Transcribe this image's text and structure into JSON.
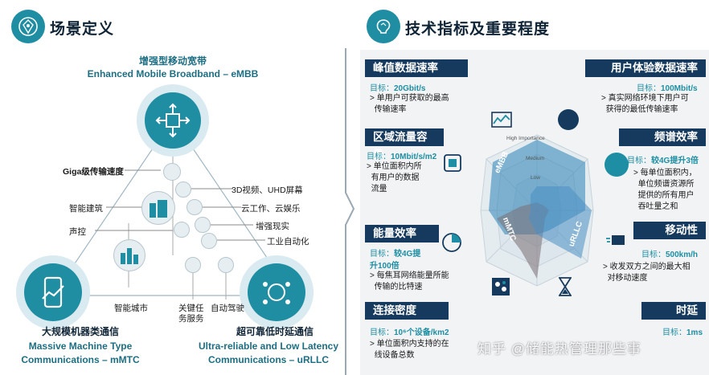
{
  "left": {
    "title": "场景定义",
    "embb_cn": "增强型移动宽带",
    "embb_en": "Enhanced Mobile Broadband – eMBB",
    "mmtc_cn": "大规模机器类通信",
    "mmtc_en1": "Massive Machine Type",
    "mmtc_en2": "Communications – mMTC",
    "urllc_cn": "超可靠低时延通信",
    "urllc_en1": "Ultra-reliable and Low Latency",
    "urllc_en2": "Communications – uRLLC",
    "labels": {
      "giga": "Giga级传输速度",
      "building": "智能建筑",
      "voice": "声控",
      "city": "智能城市",
      "video": "3D视频、UHD屏幕",
      "cloud": "云工作、云娱乐",
      "ar": "增强现实",
      "industry": "工业自动化",
      "mission1": "关键任",
      "mission2": "务服务",
      "driving": "自动驾驶"
    }
  },
  "right": {
    "title": "技术指标及重要程度",
    "peak": {
      "title": "峰值数据速率",
      "target_label": "目标：",
      "target": "20Gbit/s",
      "desc1": "单用户可获取的最高",
      "desc2": "传输速率"
    },
    "area": {
      "title": "区域流量容量",
      "target_label": "目标：",
      "target": "10Mbit/s/m2",
      "desc1": "单位面积内所",
      "desc2": "有用户的数据",
      "desc3": "流量"
    },
    "energy": {
      "title": "能量效率",
      "target_label": "目标：",
      "target": "较4G提",
      "target2": "升100倍",
      "desc1": "每焦耳网络能量所能",
      "desc2": "传输的比特速"
    },
    "density": {
      "title": "连接密度",
      "target_label": "目标：",
      "target": "10⁶个设备/km2",
      "desc1": "单位面积内支持的在",
      "desc2": "线设备总数"
    },
    "ux": {
      "title": "用户体验数据速率",
      "target_label": "目标：",
      "target": "100Mbit/s",
      "desc1": "真实网络环境下用户可",
      "desc2": "获得的最低传输速率"
    },
    "spectrum": {
      "title": "频谱效率",
      "target_label": "目标：",
      "target": "较4G提升3倍",
      "desc1": "每单位面积内，",
      "desc2": "单位频谱资源所",
      "desc3": "提供的所有用户",
      "desc4": "吞吐量之和"
    },
    "mobility": {
      "title": "移动性",
      "target_label": "目标：",
      "target": "500km/h",
      "desc1": "收发双方之间的最大相",
      "desc2": "对移动速度"
    },
    "latency": {
      "title": "时延",
      "target_label": "目标：",
      "target": "1ms"
    },
    "radar": {
      "high": "High Importance",
      "medium": "Medium",
      "low": "Low",
      "embb": "eMBB",
      "mmtc": "mMTC",
      "urllc": "uRLLC"
    }
  },
  "watermark": "知乎 @储能热管理那些事",
  "colors": {
    "navy": "#163a5e",
    "teal": "#1d8ea3",
    "embb": "#2c84b6",
    "mmtc": "#7a6f75",
    "urllc": "#4a8fc4"
  }
}
